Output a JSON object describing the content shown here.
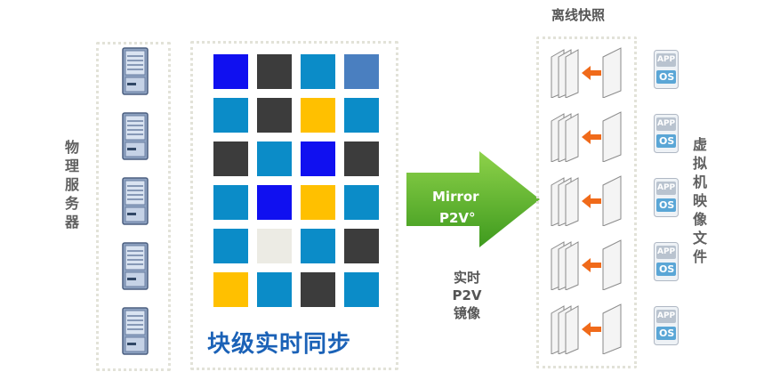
{
  "left_label": "物理服务器",
  "grid_caption": "块级实时同步",
  "arrow_label_line1": "Mirror",
  "arrow_label_line2": "P2V°",
  "under_arrow_lines": [
    "实时",
    "P2V",
    "镜像"
  ],
  "snapshot_title": "离线快照",
  "right_label": "虚拟机映像文件",
  "vm_icon_text": {
    "top": "APP",
    "bottom": "OS"
  },
  "colors": {
    "blue": "#1010f0",
    "dark": "#3c3c3c",
    "teal": "#0b8cc8",
    "steel": "#4a7fc0",
    "yellow": "#ffc000",
    "light": "#ecebe4",
    "arrow_green": "#56b62a",
    "caption_blue": "#1b62b7",
    "small_arrow": "#f06a1a"
  },
  "grid_colors": [
    [
      "blue",
      "dark",
      "teal",
      "steel"
    ],
    [
      "teal",
      "dark",
      "yellow",
      "teal"
    ],
    [
      "dark",
      "teal",
      "blue",
      "dark"
    ],
    [
      "teal",
      "blue",
      "yellow",
      "teal"
    ],
    [
      "teal",
      "light",
      "teal",
      "dark"
    ],
    [
      "yellow",
      "teal",
      "dark",
      "teal"
    ]
  ],
  "server_count": 5,
  "snapshot_count": 5
}
